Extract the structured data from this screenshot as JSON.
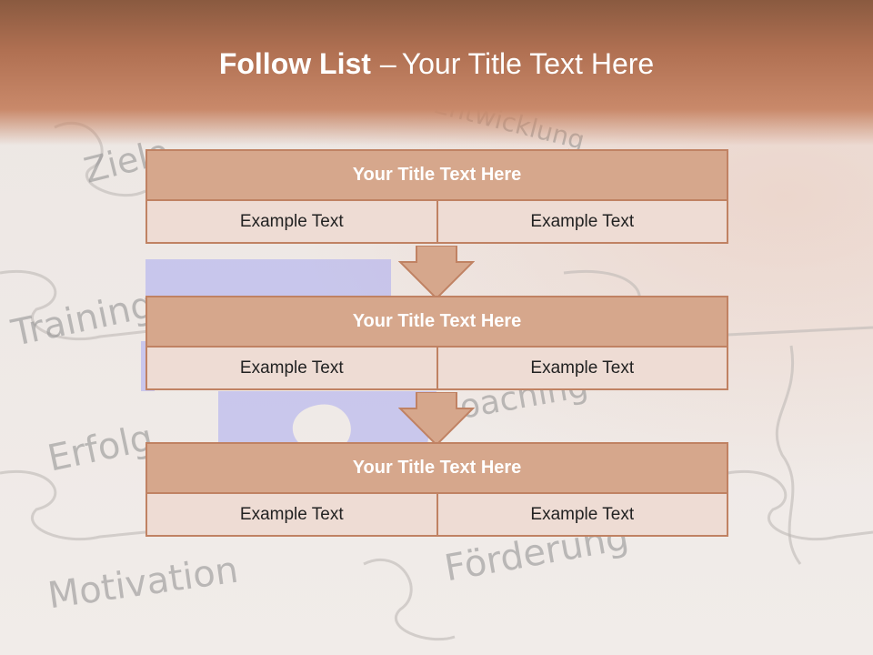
{
  "header": {
    "title_bold": "Follow List",
    "title_dash": "–",
    "title_rest": "Your Title Text Here"
  },
  "background_words": [
    "Ziele",
    "Training",
    "Erfolg",
    "Motivation",
    "Coaching",
    "Förderung",
    "Entwicklung"
  ],
  "blocks": [
    {
      "title": "Your Title Text Here",
      "left": "Example Text",
      "right": "Example Text"
    },
    {
      "title": "Your Title Text Here",
      "left": "Example Text",
      "right": "Example Text"
    },
    {
      "title": "Your Title Text Here",
      "left": "Example Text",
      "right": "Example Text"
    }
  ],
  "colors": {
    "header": "#b07052",
    "block_title_fill": "#d6a78c",
    "cell_fill": "#eedcd4",
    "border": "#c08263",
    "arrow": "#d6a78c"
  }
}
